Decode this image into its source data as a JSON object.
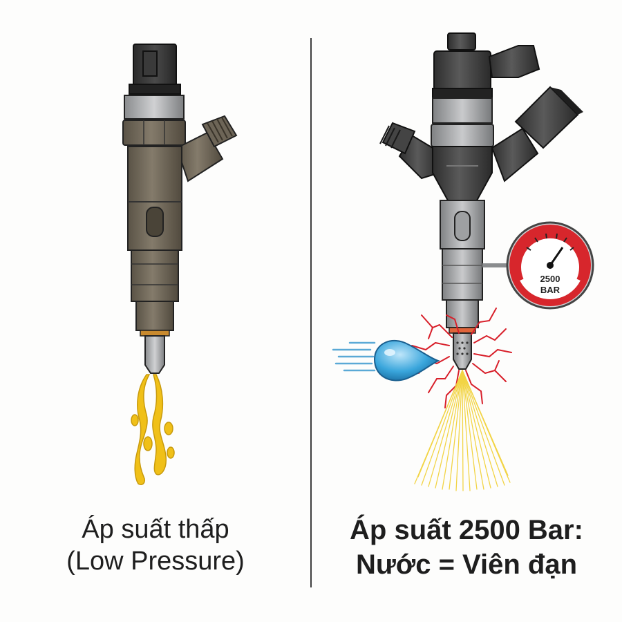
{
  "left_panel": {
    "caption_line1": "Áp suất thấp",
    "caption_line2": "(Low Pressure)"
  },
  "right_panel": {
    "caption_line1": "Áp suất 2500 Bar:",
    "caption_line2": "Nước = Viên đạn",
    "gauge": {
      "value_label": "2500",
      "unit_label": "BAR"
    }
  },
  "colors": {
    "fuel_drip": "#f0c018",
    "spray": "#f2d23c",
    "droplet": "#3aa6dc",
    "gauge_red": "#d7262c",
    "crack_red": "#d81f2a",
    "injector_brown": "#6f6657",
    "injector_dark": "#3c3c3c",
    "injector_silver": "#a7a9ab"
  }
}
